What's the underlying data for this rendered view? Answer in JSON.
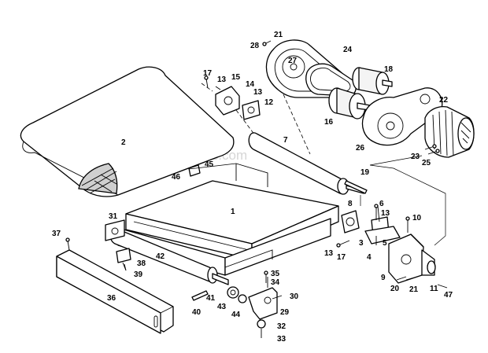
{
  "watermark": "eReplacementParts.com",
  "labels": {
    "l1": "1",
    "l2": "2",
    "l4": "4",
    "l5": "5",
    "l6": "6",
    "l7": "7",
    "l8": "8",
    "l9": "9",
    "l10": "10",
    "l11": "11",
    "l12": "12",
    "l13a": "13",
    "l13b": "13",
    "l13c": "13",
    "l13d": "13",
    "l14": "14",
    "l15": "15",
    "l16": "16",
    "l17a": "17",
    "l17b": "17",
    "l18": "18",
    "l19": "19",
    "l20": "20",
    "l21a": "21",
    "l21b": "21",
    "l22": "22",
    "l23": "23",
    "l24": "24",
    "l25": "25",
    "l26": "26",
    "l27": "27",
    "l28": "28",
    "l29": "29",
    "l30": "30",
    "l31": "31",
    "l32": "32",
    "l33": "33",
    "l34": "34",
    "l35": "35",
    "l36": "36",
    "l37": "37",
    "l38": "38",
    "l39": "39",
    "l40": "40",
    "l41": "41",
    "l42": "42",
    "l43": "43",
    "l44": "44",
    "l45": "45",
    "l46": "46",
    "l47": "47",
    "l3": "3"
  }
}
